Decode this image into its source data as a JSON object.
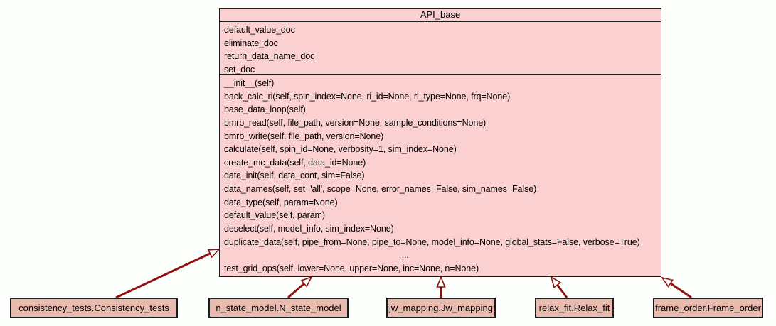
{
  "diagram": {
    "type": "uml-class-inheritance",
    "colors": {
      "parent_fill": "#FBD0D1",
      "child_fill": "#E9BBAE",
      "arrow": "#8F1111",
      "border": "#1C1C1C",
      "background": "#FDFFFD"
    },
    "parent": {
      "title": "API_base",
      "attributes": [
        "default_value_doc",
        "eliminate_doc",
        "return_data_name_doc",
        "set_doc"
      ],
      "methods": [
        "__init__(self)",
        "back_calc_ri(self, spin_index=None, ri_id=None, ri_type=None, frq=None)",
        "base_data_loop(self)",
        "bmrb_read(self, file_path, version=None, sample_conditions=None)",
        "bmrb_write(self, file_path, version=None)",
        "calculate(self, spin_id=None, verbosity=1, sim_index=None)",
        "create_mc_data(self, data_id=None)",
        "data_init(self, data_cont, sim=False)",
        "data_names(self, set='all', scope=None, error_names=False, sim_names=False)",
        "data_type(self, param=None)",
        "default_value(self, param)",
        "deselect(self, model_info, sim_index=None)",
        "duplicate_data(self, pipe_from=None, pipe_to=None, model_info=None, global_stats=False, verbose=True)",
        "...",
        "test_grid_ops(self, lower=None, upper=None, inc=None, n=None)"
      ]
    },
    "children": [
      {
        "label": "consistency_tests.Consistency_tests"
      },
      {
        "label": "n_state_model.N_state_model"
      },
      {
        "label": "jw_mapping.Jw_mapping"
      },
      {
        "label": "relax_fit.Relax_fit"
      },
      {
        "label": "frame_order.Frame_order"
      }
    ],
    "relations": [
      {
        "from": "consistency_tests.Consistency_tests",
        "to": "API_base",
        "type": "inheritance"
      },
      {
        "from": "n_state_model.N_state_model",
        "to": "API_base",
        "type": "inheritance"
      },
      {
        "from": "jw_mapping.Jw_mapping",
        "to": "API_base",
        "type": "inheritance"
      },
      {
        "from": "relax_fit.Relax_fit",
        "to": "API_base",
        "type": "inheritance"
      },
      {
        "from": "frame_order.Frame_order",
        "to": "API_base",
        "type": "inheritance"
      }
    ]
  }
}
